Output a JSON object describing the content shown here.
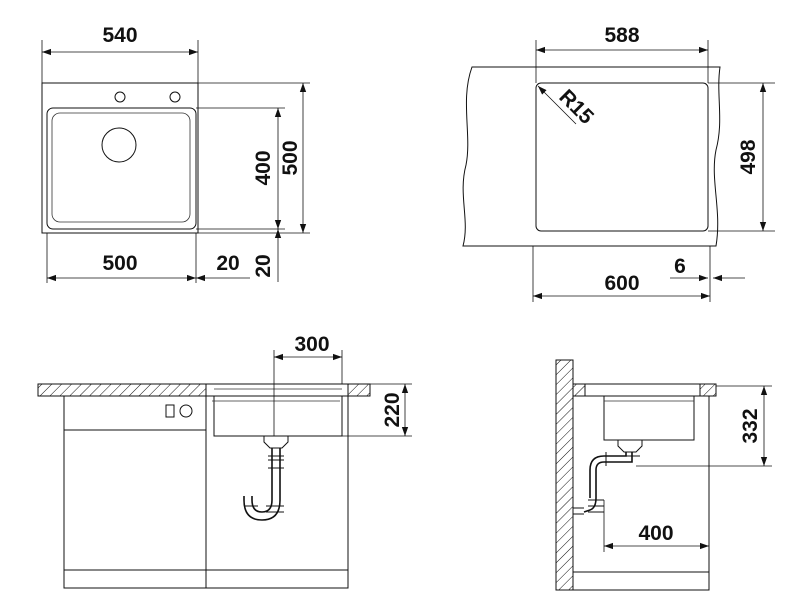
{
  "top_left_view": {
    "overall_width": "540",
    "bowl_width": "500",
    "offset_right": "20",
    "bowl_depth": "400",
    "overall_depth": "500",
    "offset_bottom": "20"
  },
  "top_right_view": {
    "width": "588",
    "corner_radius": "R15",
    "depth": "498",
    "cutout_width": "600",
    "gap": "6"
  },
  "bottom_left_view": {
    "bowl_width": "300",
    "bowl_height": "220"
  },
  "bottom_right_view": {
    "height": "332",
    "drain_offset": "400"
  }
}
